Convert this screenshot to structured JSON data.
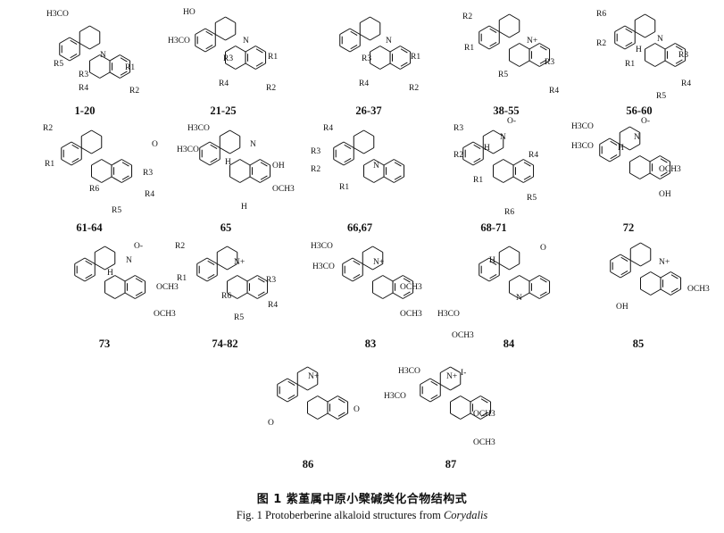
{
  "figure": {
    "caption_cn": "图 1  紫堇属中原小檗碱类化合物结构式",
    "caption_en_prefix": "Fig. 1   Protoberberine alkaloid structures from ",
    "caption_en_genus": "Corydalis"
  },
  "compounds": [
    {
      "label": "1-20"
    },
    {
      "label": "21-25"
    },
    {
      "label": "26-37"
    },
    {
      "label": "38-55"
    },
    {
      "label": "56-60"
    },
    {
      "label": "61-64"
    },
    {
      "label": "65"
    },
    {
      "label": "66,67"
    },
    {
      "label": "68-71"
    },
    {
      "label": "72"
    },
    {
      "label": "73"
    },
    {
      "label": "74-82"
    },
    {
      "label": "83"
    },
    {
      "label": "84"
    },
    {
      "label": "85"
    },
    {
      "label": "86"
    },
    {
      "label": "87"
    }
  ],
  "groups": {
    "h3co": "H3CO",
    "och3": "OCH3",
    "oh": "OH",
    "ho": "HO",
    "h": "H",
    "r1": "R1",
    "r2": "R2",
    "r3": "R3",
    "r4": "R4",
    "r5": "R5",
    "r6": "R6",
    "n": "N",
    "nplus": "N+",
    "o": "O",
    "oneg": "O-",
    "iodide": "I-"
  },
  "icons": {
    "structure": "chemical-structure-drawing"
  }
}
